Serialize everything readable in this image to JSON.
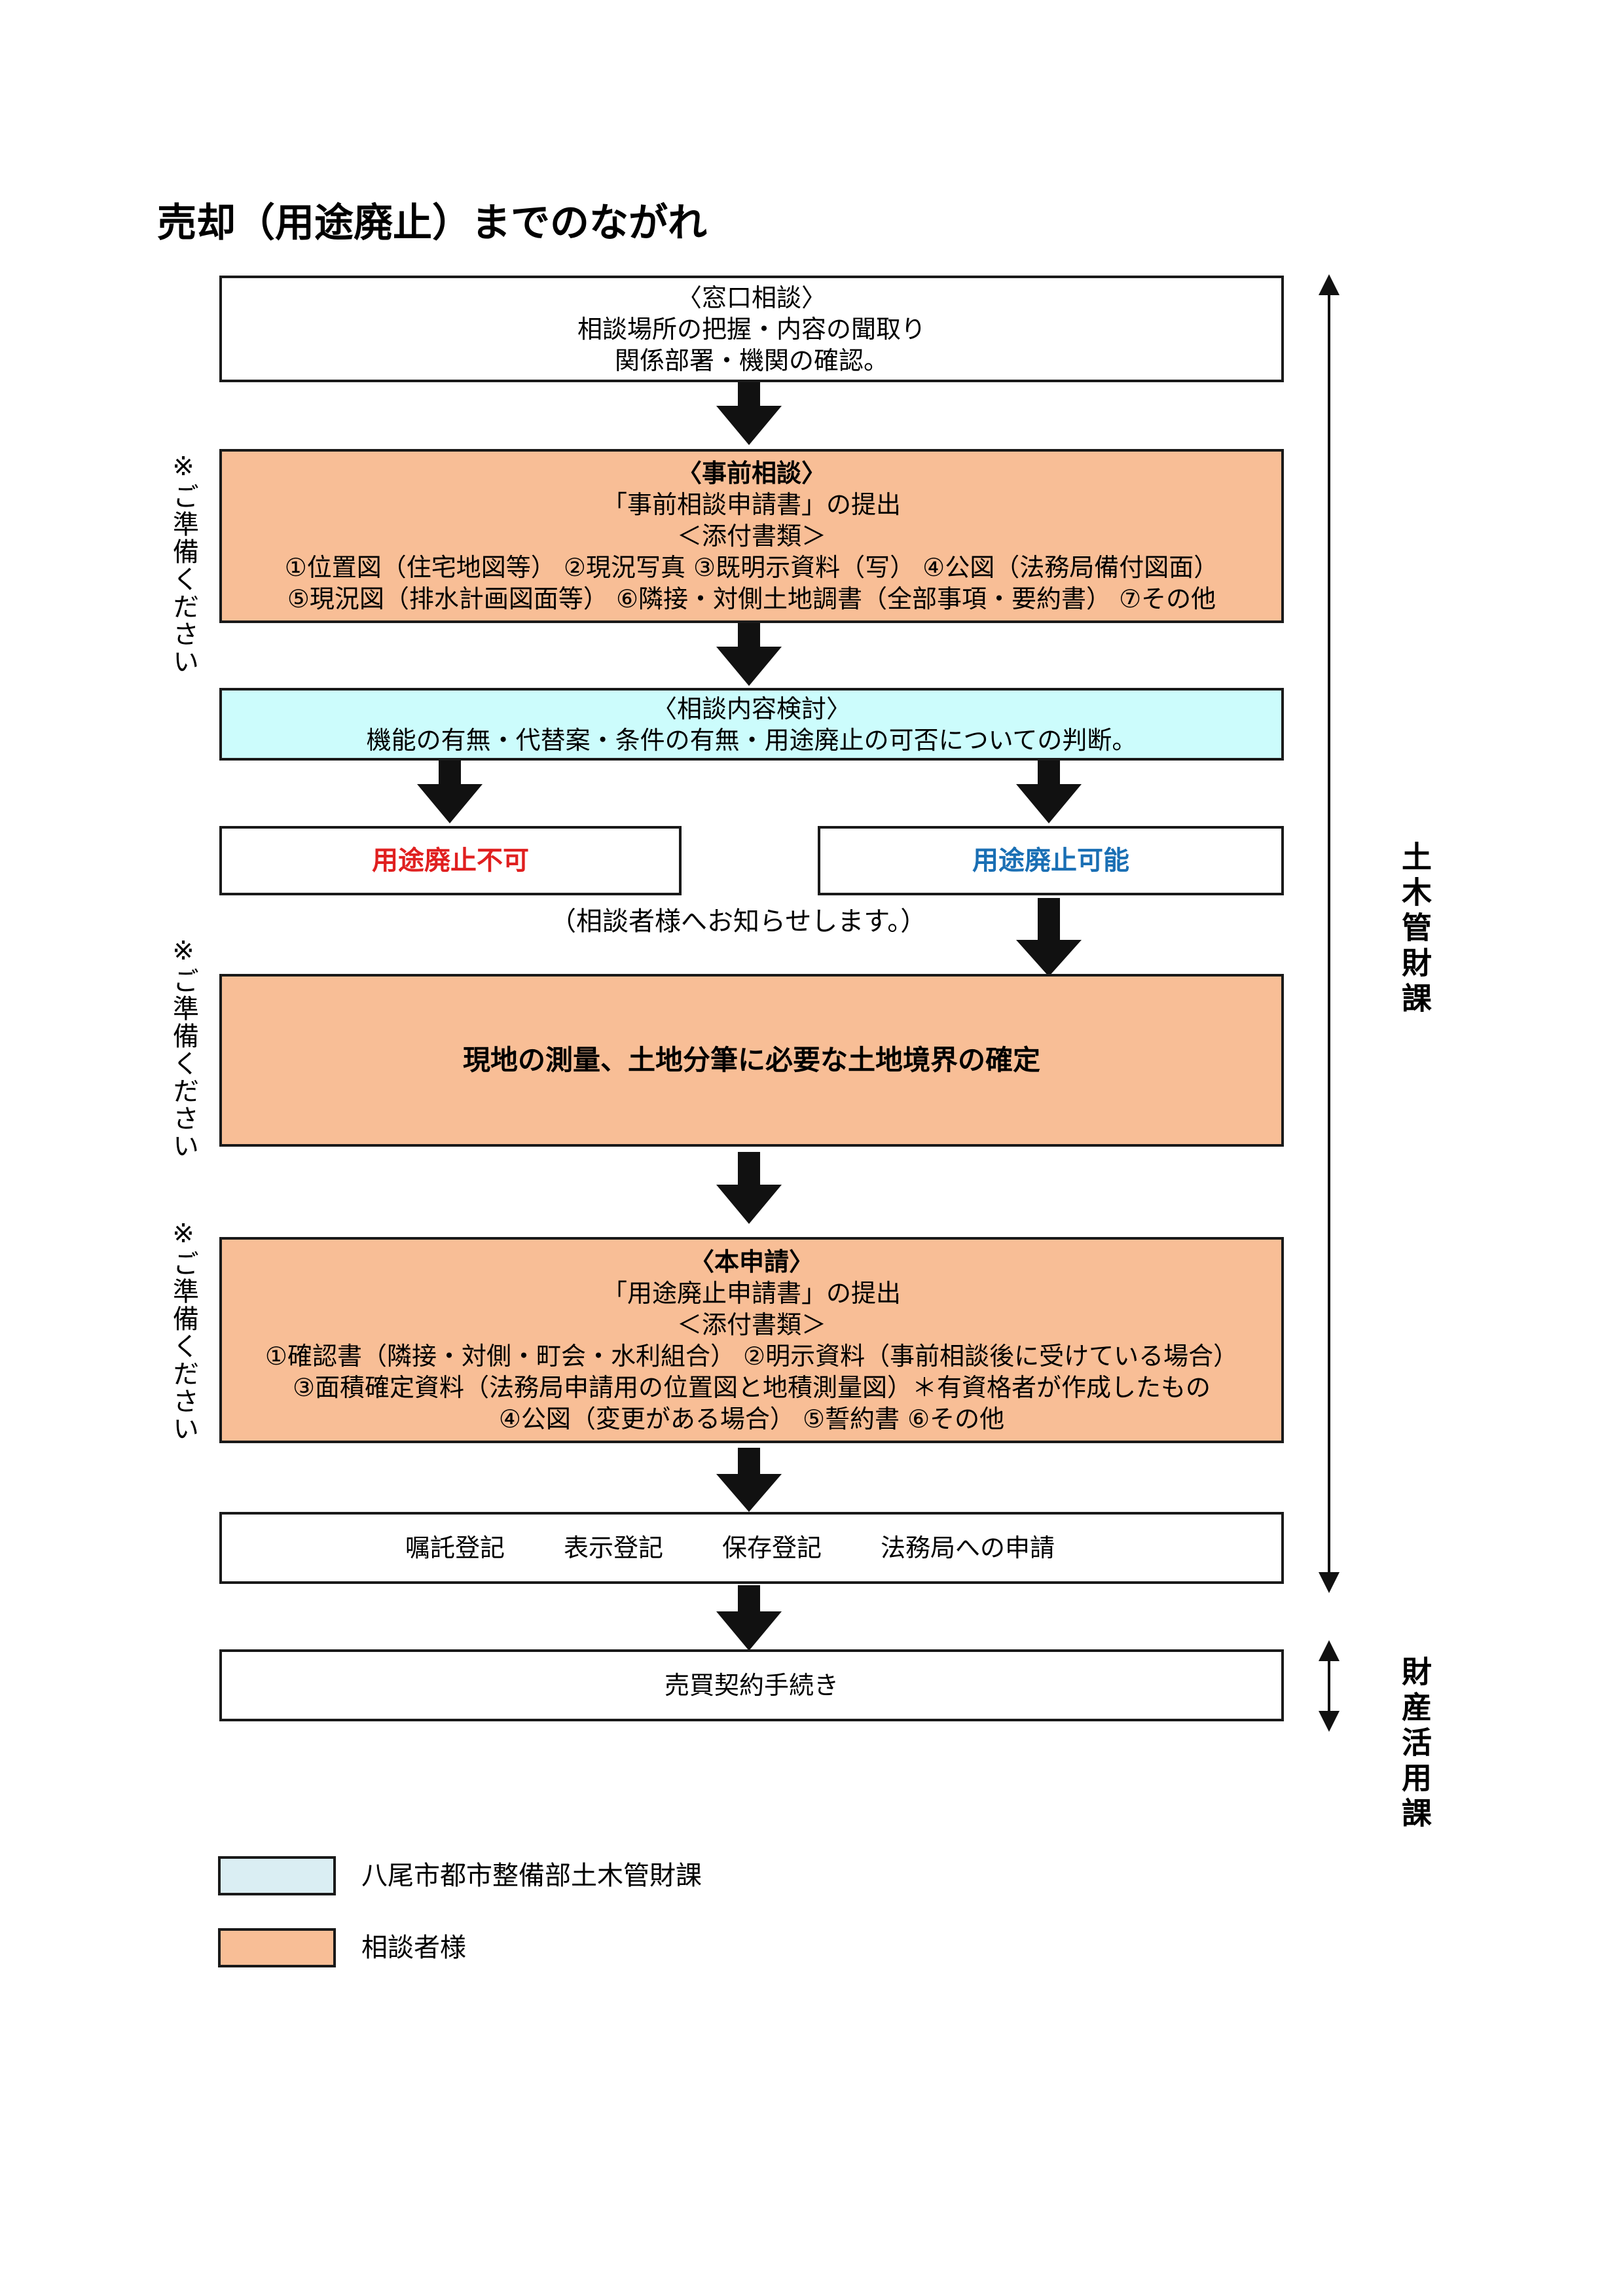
{
  "title": "売却（用途廃止）までのながれ",
  "steps": {
    "madoguchi": {
      "heading": "〈窓口相談〉",
      "lines": [
        "相談場所の把握・内容の聞取り",
        "関係部署・機関の確認。"
      ]
    },
    "jizen": {
      "heading": "〈事前相談〉",
      "lines": [
        "「事前相談申請書」の提出",
        "＜添付書類＞",
        "①位置図（住宅地図等） ②現況写真 ③既明示資料（写） ④公図（法務局備付図面）",
        "⑤現況図（排水計画図面等） ⑥隣接・対側土地調書（全部事項・要約書） ⑦その他"
      ]
    },
    "kentou": {
      "heading": "〈相談内容検討〉",
      "lines": [
        "機能の有無・代替案・条件の有無・用途廃止の可否についての判断。"
      ]
    },
    "fuka": {
      "label": "用途廃止不可",
      "color": "#e02020"
    },
    "kanou": {
      "label": "用途廃止可能",
      "color": "#1a6fb4"
    },
    "notice": "（相談者様へお知らせします。）",
    "sokuryou": {
      "label": "現地の測量、土地分筆に必要な土地境界の確定"
    },
    "honshinsei": {
      "heading": "〈本申請〉",
      "lines": [
        "「用途廃止申請書」の提出",
        "＜添付書類＞",
        "①確認書（隣接・対側・町会・水利組合） ②明示資料（事前相談後に受けている場合）",
        "③面積確定資料（法務局申請用の位置図と地積測量図）＊有資格者が作成したもの",
        "④公図（変更がある場合） ⑤誓約書 ⑥その他"
      ]
    },
    "touki": {
      "items": [
        "嘱託登記",
        "表示登記",
        "保存登記",
        "法務局への申請"
      ]
    },
    "keiyaku": {
      "label": "売買契約手続き"
    }
  },
  "side_notes": {
    "prepare": "※ご準備ください"
  },
  "departments": {
    "doboku": "土木管財課",
    "zaisan": "財産活用課"
  },
  "legend": [
    {
      "label": "八尾市都市整備部土木管財課",
      "color": "#daeef3"
    },
    {
      "label": "相談者様",
      "color": "#f8be96"
    }
  ],
  "colors": {
    "peach": "#f8be96",
    "cyan": "#ccfcfc",
    "border": "#1a1a1a"
  }
}
